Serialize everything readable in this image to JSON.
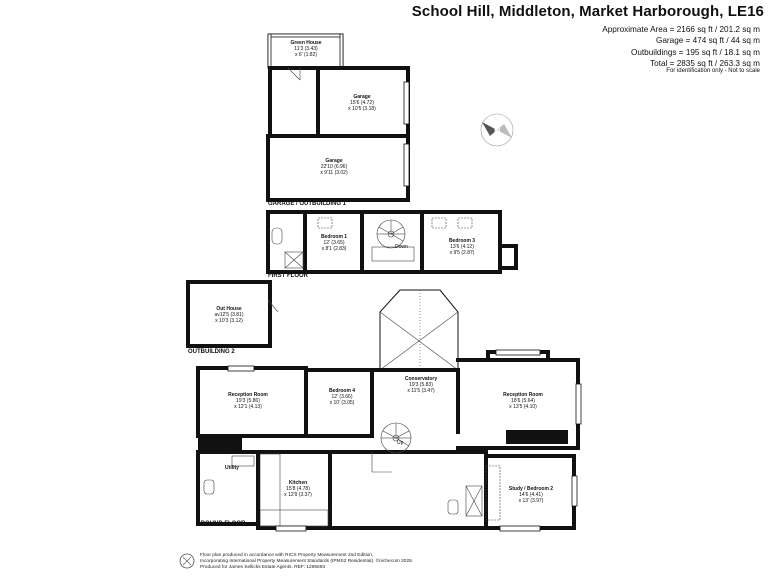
{
  "header": {
    "title": "School Hill, Middleton, Market Harborough, LE16",
    "areas": [
      "Approximate Area = 2166 sq ft / 201.2 sq m",
      "Garage = 474 sq ft / 44 sq m",
      "Outbuildings = 195 sq ft / 18.1 sq m",
      "Total = 2835 sq ft / 263.3 sq m"
    ],
    "note": "For identification only - Not to scale"
  },
  "compass": {
    "label": "N"
  },
  "floors": {
    "garage": "GARAGE / OUTBUILDING 1",
    "first": "FIRST FLOOR",
    "outbuilding2": "OUTBUILDING 2",
    "ground": "GROUND FLOOR"
  },
  "rooms": {
    "greenhouse": {
      "name": "Green House",
      "dims": [
        "11'3 (3.43)",
        "x 6' (1.82)"
      ]
    },
    "garage1": {
      "name": "Garage",
      "dims": [
        "15'6 (4.72)",
        "x 10'5 (3.18)"
      ]
    },
    "garage2": {
      "name": "Garage",
      "dims": [
        "22'10 (6.96)",
        "x 9'11 (3.02)"
      ]
    },
    "bedroom1": {
      "name": "Bedroom 1",
      "dims": [
        "12' (3.65)",
        "x 8'1 (2.83)"
      ]
    },
    "bedroom3": {
      "name": "Bedroom 3",
      "dims": [
        "13'6 (4.12)",
        "x 9'5 (2.87)"
      ]
    },
    "outhouse": {
      "name": "Out House",
      "dims": [
        "av12'5 (3.81)",
        "x 10'3 (3.12)"
      ]
    },
    "reception1": {
      "name": "Reception Room",
      "dims": [
        "19'3 (5.86)",
        "x 12'1 (4.13)"
      ]
    },
    "bedroom4": {
      "name": "Bedroom 4",
      "dims": [
        "12' (3.66)",
        "x 10' (3.05)"
      ]
    },
    "conservatory": {
      "name": "Conservatory",
      "dims": [
        "19'3 (5.83)",
        "x 11'5 (3.47)"
      ]
    },
    "reception2": {
      "name": "Reception Room",
      "dims": [
        "18'6 (5.64)",
        "x 13'5 (4.10)"
      ]
    },
    "utility": {
      "name": "Utility",
      "dims": []
    },
    "kitchen": {
      "name": "Kitchen",
      "dims": [
        "15'8 (4.78)",
        "x 12'9 (3.37)"
      ]
    },
    "study": {
      "name": "Study / Bedroom 2",
      "dims": [
        "14'6 (4.41)",
        "x 13' (3.97)"
      ]
    }
  },
  "stairs": {
    "down": "Down",
    "up": "Up"
  },
  "footer": [
    "Floor plan produced in accordance with RICS Property Measurement 2nd Edition,",
    "Incorporating International Property Measurement Standards (IPMS2 Residential). ©nichecom 2025.",
    "Produced for James Sellicks Estate Agents.   REF: 1295693"
  ]
}
